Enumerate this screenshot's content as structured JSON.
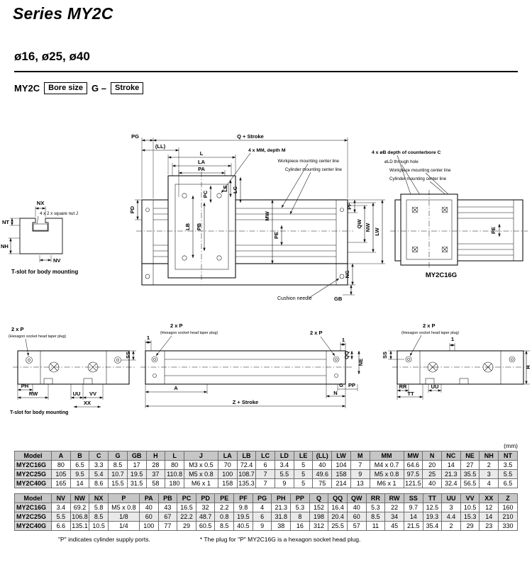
{
  "page": {
    "series_title": "Series MY2C",
    "bore_sizes": "ø16, ø25, ø40",
    "model_designation": {
      "prefix": "MY2C",
      "bore_size_box": "Bore size",
      "type_suffix": "G –",
      "stroke_box": "Stroke"
    },
    "unit_note": "(mm)",
    "footnotes": {
      "ports": "\"P\" indicates cylinder supply ports.",
      "plug": "* The plug for \"P\" MY2C16G is a hexagon socket head plug."
    }
  },
  "drawings": {
    "main_view": {
      "dims": {
        "pg": "PG",
        "q_stroke": "Q + Stroke",
        "ll": "(LL)",
        "l": "L",
        "la": "LA",
        "pa": "PA",
        "pc": "PC",
        "le": "LE",
        "lc": "LC",
        "pd": "PD",
        "lb": "LB",
        "pb": "PB",
        "mw": "MW",
        "pe": "PE",
        "pf": "PF",
        "qw": "QW",
        "nw": "NW",
        "lw": "LW",
        "nc": "NC",
        "gb": "GB"
      },
      "notes": {
        "mm_holes": "4 x MM, depth M",
        "workpiece_line": "Workpiece mounting center line",
        "cylinder_line": "Cylinder mounting center line",
        "counterbore": "4 x øB depth of counterbore C",
        "through_hole": "øLD through hole",
        "workpiece_line_right": "Workpiece mounting center line",
        "cylinder_line_right": "Cylinder mounting center line",
        "cushion_needle": "Cushion needle"
      }
    },
    "t_slot_detail": {
      "dims": {
        "nx": "NX",
        "nt": "NT",
        "nh": "NH",
        "nv": "NV"
      },
      "notes": {
        "square_nut": "4 x 2 x square nut J"
      },
      "caption": "T-slot for body mounting"
    },
    "right_view": {
      "dims": {
        "pe": "PE"
      },
      "caption": "MY2C16G"
    },
    "bottom_left_view": {
      "dims": {
        "ss": "SS",
        "xx": "XX",
        "ph": "PH",
        "rw": "RW",
        "uu": "UU",
        "vv": "VV"
      },
      "notes": {
        "ports": "2 x P",
        "plug": "(Hexagon socket head taper plug)"
      },
      "caption": "T-slot for body mounting"
    },
    "bottom_center_view": {
      "dims": {
        "one_left": "1",
        "one_right": "1",
        "a": "A",
        "z_stroke": "Z + Stroke",
        "qq": "QQ",
        "ne": "NE",
        "g": "G",
        "pp": "PP",
        "n": "N"
      },
      "notes": {
        "ports_left": "2 x P",
        "plug_left": "(Hexagon socket head taper plug)",
        "ports_right": "2 x P"
      }
    },
    "bottom_right_view": {
      "dims": {
        "one": "1",
        "ss": "SS",
        "h": "H",
        "rr": "RR",
        "tt": "TT",
        "uu": "UU"
      },
      "notes": {
        "ports": "2 x P",
        "plug": "(Hexagon socket head taper plug)"
      }
    }
  },
  "tables": [
    {
      "headers": [
        "Model",
        "A",
        "B",
        "C",
        "G",
        "GB",
        "H",
        "L",
        "J",
        "LA",
        "LB",
        "LC",
        "LD",
        "LE",
        "(LL)",
        "LW",
        "M",
        "MM",
        "MW",
        "N",
        "NC",
        "NE",
        "NH",
        "NT"
      ],
      "rows": [
        [
          "MY2C16G",
          "80",
          "6.5",
          "3.3",
          "8.5",
          "17",
          "28",
          "80",
          "M3 x 0.5",
          "70",
          "72.4",
          "6",
          "3.4",
          "5",
          "40",
          "104",
          "7",
          "M4 x 0.7",
          "64.6",
          "20",
          "14",
          "27",
          "2",
          "3.5"
        ],
        [
          "MY2C25G",
          "105",
          "9.5",
          "5.4",
          "10.7",
          "19.5",
          "37",
          "110.8",
          "M5 x 0.8",
          "100",
          "108.7",
          "7",
          "5.5",
          "5",
          "49.6",
          "158",
          "9",
          "M5 x 0.8",
          "97.5",
          "25",
          "21.3",
          "35.5",
          "3",
          "5.5"
        ],
        [
          "MY2C40G",
          "165",
          "14",
          "8.6",
          "15.5",
          "31.5",
          "58",
          "180",
          "M6 x 1",
          "158",
          "135.3",
          "7",
          "9",
          "5",
          "75",
          "214",
          "13",
          "M6 x 1",
          "121.5",
          "40",
          "32.4",
          "56.5",
          "4",
          "6.5"
        ]
      ]
    },
    {
      "headers": [
        "Model",
        "NV",
        "NW",
        "NX",
        "P",
        "PA",
        "PB",
        "PC",
        "PD",
        "PE",
        "PF",
        "PG",
        "PH",
        "PP",
        "Q",
        "QQ",
        "QW",
        "RR",
        "RW",
        "SS",
        "TT",
        "UU",
        "VV",
        "XX",
        "Z"
      ],
      "rows": [
        [
          "MY2C16G",
          "3.4",
          "69.2",
          "5.8",
          "M5 x 0.8",
          "40",
          "43",
          "16.5",
          "32",
          "2.2",
          "9.8",
          "4",
          "21.3",
          "5.3",
          "152",
          "16.4",
          "40",
          "5.3",
          "22",
          "9.7",
          "12.5",
          "3",
          "10.5",
          "12",
          "160"
        ],
        [
          "MY2C25G",
          "5.5",
          "106.8",
          "8.5",
          "1/8",
          "60",
          "67",
          "22.2",
          "48.7",
          "0.8",
          "19.5",
          "6",
          "31.8",
          "8",
          "198",
          "20.4",
          "60",
          "8.5",
          "34",
          "14",
          "19.3",
          "4.4",
          "15.3",
          "14",
          "210"
        ],
        [
          "MY2C40G",
          "6.6",
          "135.1",
          "10.5",
          "1/4",
          "100",
          "77",
          "29",
          "60.5",
          "8.5",
          "40.5",
          "9",
          "38",
          "16",
          "312",
          "25.5",
          "57",
          "11",
          "45",
          "21.5",
          "35.4",
          "2",
          "29",
          "23",
          "330"
        ]
      ]
    }
  ]
}
